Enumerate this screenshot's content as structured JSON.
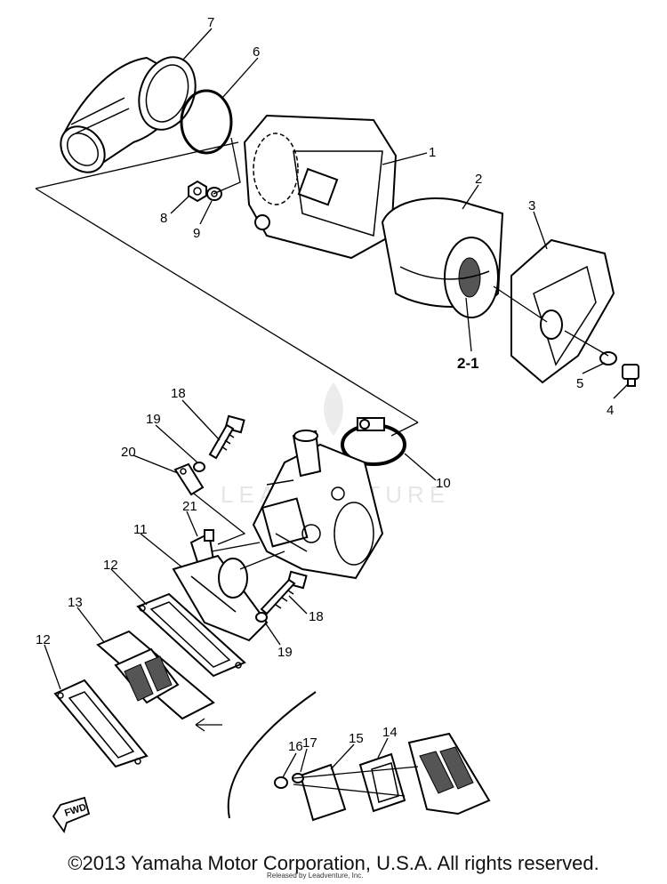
{
  "watermark": "LEADVENTURE",
  "copyright": "©2013 Yamaha Motor Corporation, U.S.A. All rights reserved.",
  "released_by": "Released by Leadventure, Inc.",
  "fwd_label": "FWD",
  "callouts": {
    "p1": "1",
    "p2": "2",
    "p2_1": "2-1",
    "p3": "3",
    "p4": "4",
    "p5": "5",
    "p6": "6",
    "p7": "7",
    "p8": "8",
    "p9": "9",
    "p10": "10",
    "p11": "11",
    "p12a": "12",
    "p12b": "12",
    "p13": "13",
    "p14": "14",
    "p15": "15",
    "p16": "16",
    "p17": "17",
    "p18a": "18",
    "p18b": "18",
    "p19a": "19",
    "p19b": "19",
    "p20": "20",
    "p21": "21"
  }
}
